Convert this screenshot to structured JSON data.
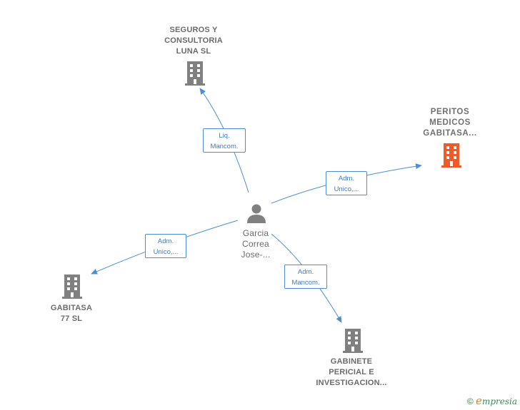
{
  "nodes": {
    "center": {
      "lines": [
        "Garcia",
        "Correa",
        "Jose-..."
      ],
      "icon": "person-icon"
    },
    "seguros": {
      "lines": [
        "SEGUROS Y",
        "CONSULTORIA",
        "LUNA  SL"
      ],
      "icon": "building-icon"
    },
    "peritos": {
      "lines": [
        "PERITOS",
        "MEDICOS",
        "GABITASA..."
      ],
      "icon": "building-icon"
    },
    "gabitasa": {
      "lines": [
        "GABITASA",
        "77 SL"
      ],
      "icon": "building-icon"
    },
    "gabinete": {
      "lines": [
        "GABINETE",
        "PERICIAL E",
        "INVESTIGACION..."
      ],
      "icon": "building-icon"
    }
  },
  "edges": {
    "seguros": {
      "lines": [
        "Liq.",
        "Mancom."
      ]
    },
    "peritos": {
      "lines": [
        "Adm.",
        "Unico,..."
      ]
    },
    "gabitasa": {
      "lines": [
        "Adm.",
        "Unico,..."
      ]
    },
    "gabinete": {
      "lines": [
        "Adm.",
        "Mancom."
      ]
    }
  },
  "colors": {
    "edge": "#4a8fd6",
    "building": "#808080",
    "building_highlight": "#f05a28",
    "person": "#808080"
  },
  "footer": {
    "copyright": "©",
    "brand_initial": "e",
    "brand_rest": "mpresia"
  }
}
